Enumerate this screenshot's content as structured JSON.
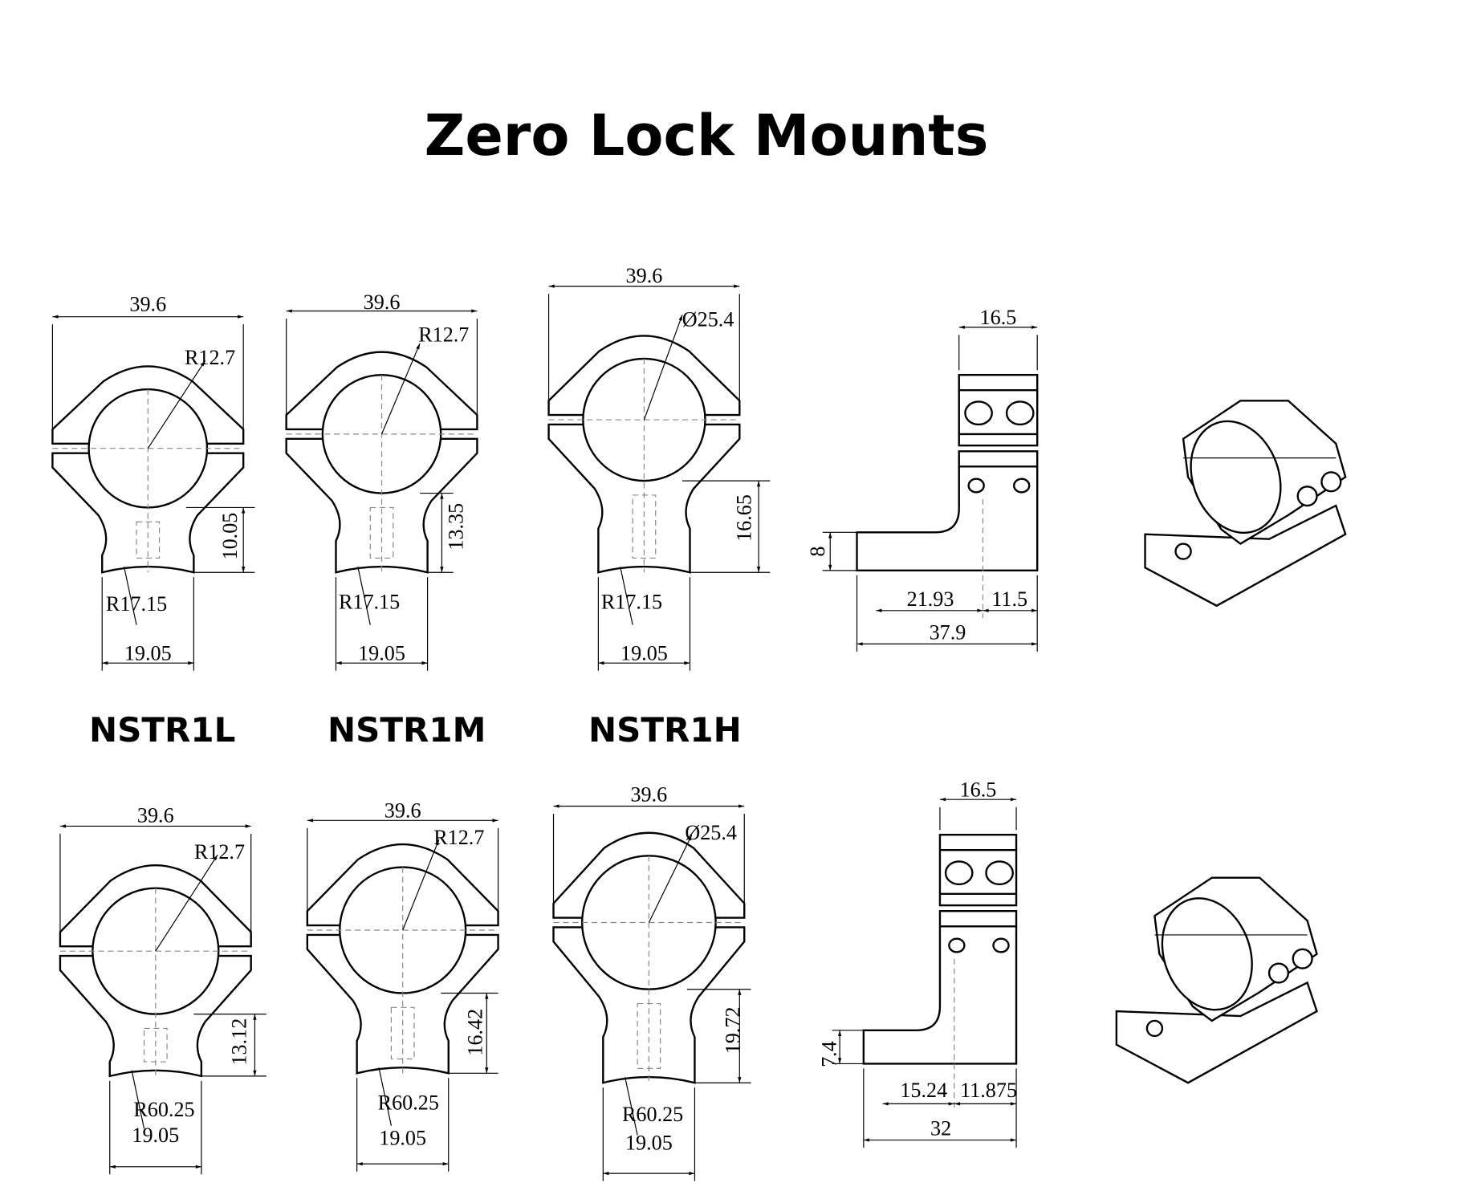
{
  "title": "Zero Lock Mounts",
  "models": [
    "NSTR1L",
    "NSTR1M",
    "NSTR1H"
  ],
  "top_row": {
    "rings": [
      {
        "width": "39.6",
        "radius": "R12.7",
        "height": "10.05",
        "base_radius": "R17.15",
        "base_width": "19.05"
      },
      {
        "width": "39.6",
        "radius": "R12.7",
        "height": "13.35",
        "base_radius": "R17.15",
        "base_width": "19.05"
      },
      {
        "width": "39.6",
        "radius": "Ø25.4",
        "height": "16.65",
        "base_radius": "R17.15",
        "base_width": "19.05"
      }
    ],
    "side": {
      "top_width": "16.5",
      "base_height": "8",
      "left": "21.93",
      "right": "11.5",
      "total": "37.9"
    }
  },
  "bottom_row": {
    "rings": [
      {
        "width": "39.6",
        "radius": "R12.7",
        "height": "13.12",
        "base_radius": "R60.25",
        "base_width": "19.05"
      },
      {
        "width": "39.6",
        "radius": "R12.7",
        "height": "16.42",
        "base_radius": "R60.25",
        "base_width": "19.05"
      },
      {
        "width": "39.6",
        "radius": "Ø25.4",
        "height": "19.72",
        "base_radius": "R60.25",
        "base_width": "19.05"
      }
    ],
    "side": {
      "top_width": "16.5",
      "base_height": "7.4",
      "left": "15.24",
      "right": "11.875",
      "total": "32"
    }
  }
}
